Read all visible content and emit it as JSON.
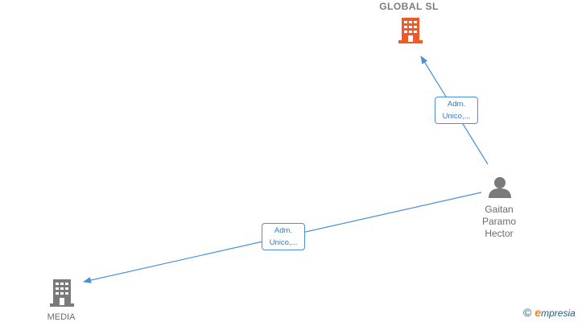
{
  "nodes": {
    "company_top": {
      "label": "GLOBAL  SL",
      "icon": "building-icon",
      "color": "#f05a28"
    },
    "company_bottom": {
      "label": "MEDIA",
      "icon": "building-icon",
      "color": "#7a7a7a"
    },
    "person": {
      "label_lines": [
        "Gaitan",
        "Paramo",
        "Hector"
      ],
      "icon": "person-icon",
      "color": "#7a7a7a"
    }
  },
  "edges": [
    {
      "from": "person",
      "to": "company_top",
      "label_lines": [
        "Adm.",
        "Unico,..."
      ]
    },
    {
      "from": "person",
      "to": "company_bottom",
      "label_lines": [
        "Adm.",
        "Unico,..."
      ]
    }
  ],
  "colors": {
    "edge": "#4a8fd8",
    "edge_text": "#2e79c9"
  },
  "footer": {
    "copyright_symbol": "©",
    "brand_initial": "e",
    "brand_rest": "mpresia"
  }
}
